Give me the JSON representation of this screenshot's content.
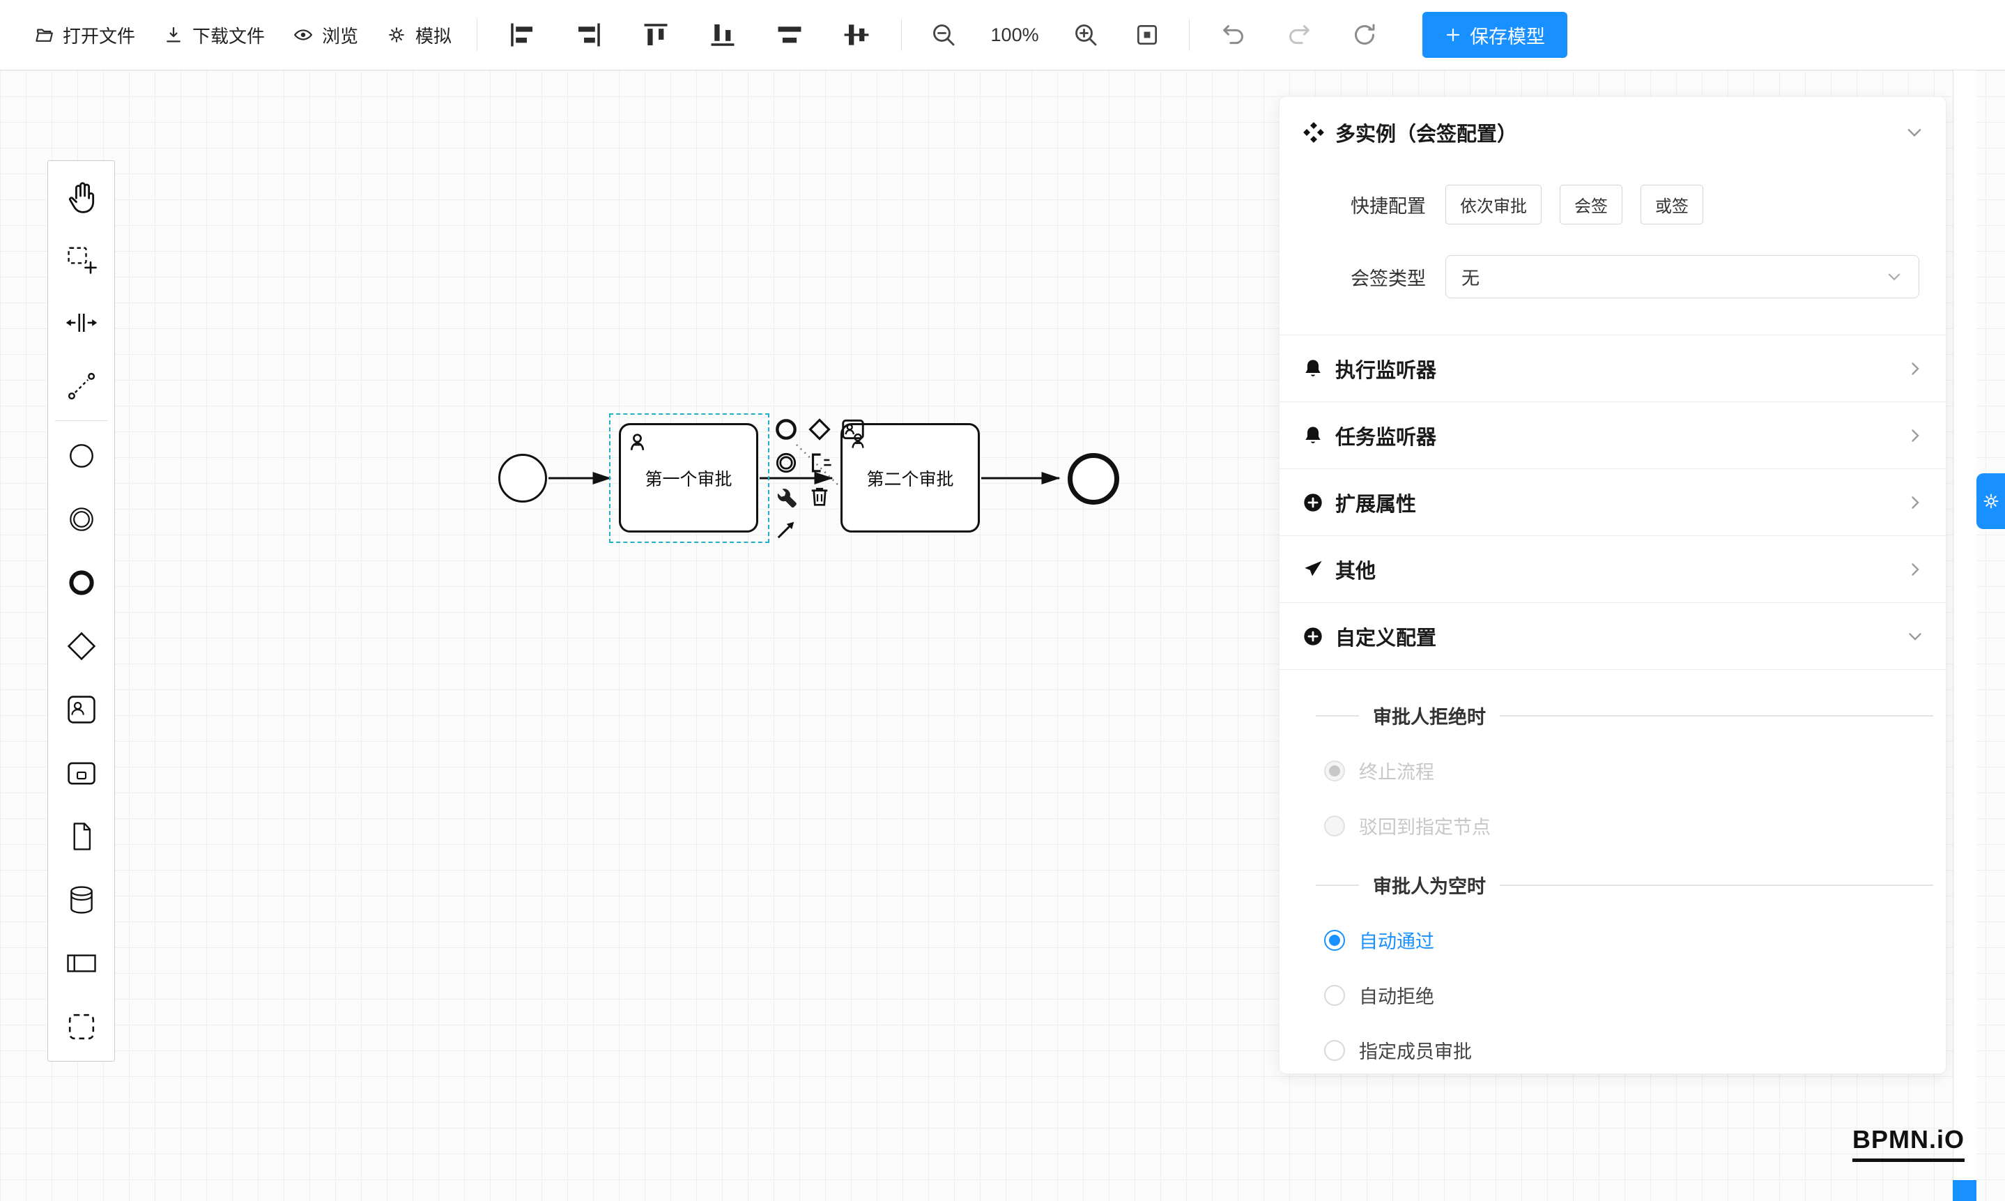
{
  "toolbar": {
    "open_file": "打开文件",
    "download_file": "下载文件",
    "preview": "浏览",
    "simulate": "模拟",
    "zoom_level": "100%",
    "save_model": "保存模型"
  },
  "canvas": {
    "task1_label": "第一个审批",
    "task2_label": "第二个审批"
  },
  "panel": {
    "title": "多实例（会签配置）",
    "quick_config_label": "快捷配置",
    "quick_options": [
      {
        "label": "依次审批"
      },
      {
        "label": "会签"
      },
      {
        "label": "或签"
      }
    ],
    "sign_type_label": "会签类型",
    "sign_type_value": "无",
    "sections": [
      {
        "label": "执行监听器",
        "icon": "bell-icon"
      },
      {
        "label": "任务监听器",
        "icon": "bell-icon"
      },
      {
        "label": "扩展属性",
        "icon": "plus-circle-icon"
      },
      {
        "label": "其他",
        "icon": "send-icon"
      },
      {
        "label": "自定义配置",
        "icon": "plus-circle-icon"
      }
    ],
    "reject_group_title": "审批人拒绝时",
    "reject_options": [
      {
        "label": "终止流程",
        "checked": true,
        "disabled": true
      },
      {
        "label": "驳回到指定节点",
        "checked": false,
        "disabled": true
      }
    ],
    "empty_group_title": "审批人为空时",
    "empty_options": [
      {
        "label": "自动通过",
        "checked": true
      },
      {
        "label": "自动拒绝",
        "checked": false
      },
      {
        "label": "指定成员审批",
        "checked": false
      }
    ]
  },
  "logo_text": "BPMN.iO",
  "colors": {
    "accent": "#1890ff",
    "selection": "#22b0c7",
    "stroke": "#111111"
  },
  "icons": {
    "folder-open-icon": "open folder outline",
    "download-icon": "arrow down into tray",
    "eye-icon": "eye outline",
    "gear-icon": "gear / sun spokes",
    "zoom-out-icon": "magnifier minus",
    "zoom-in-icon": "magnifier plus",
    "fit-viewport-icon": "square with center block",
    "undo-icon": "curved arrow left",
    "redo-icon": "curved arrow right",
    "refresh-icon": "circular arrow",
    "bell-icon": "filled bell",
    "plus-circle-icon": "filled circle with plus",
    "send-icon": "paper plane / horn",
    "multi-instance-icon": "four diamonds cluster",
    "chevron-right-icon": "›",
    "chevron-down-icon": "⌄"
  }
}
